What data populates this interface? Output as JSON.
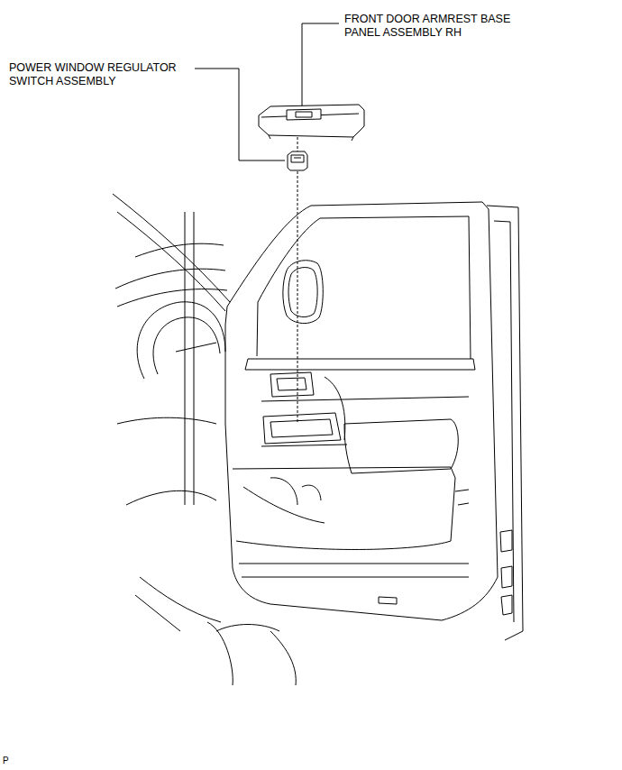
{
  "diagram": {
    "labels": [
      "FRONT DOOR ARMREST BASE PANEL ASSEMBLY RH",
      "POWER WINDOW REGULATOR SWITCH ASSEMBLY",
      "P"
    ]
  }
}
